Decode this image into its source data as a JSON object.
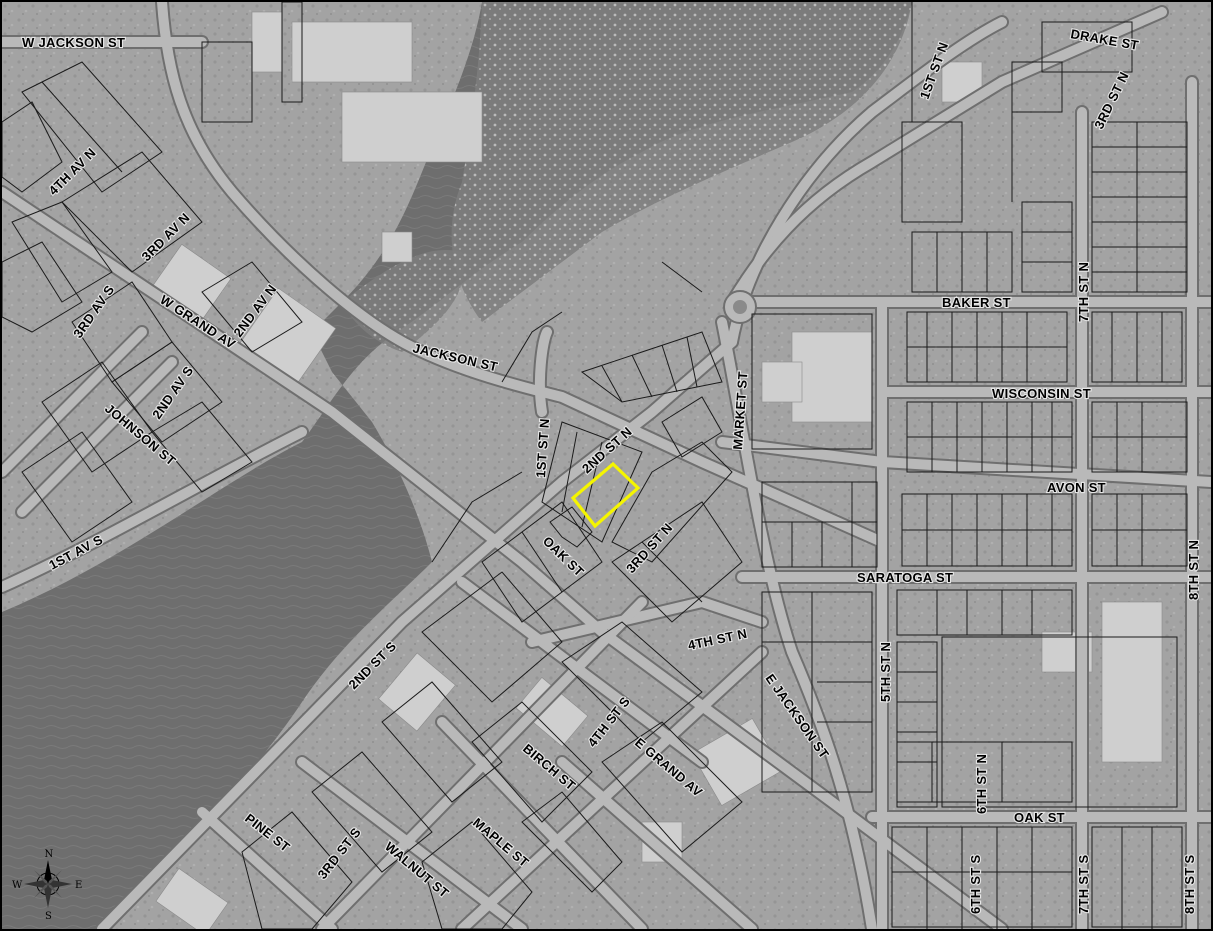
{
  "map": {
    "highlight_color": "#f5f500",
    "water_color": "#6e6e6e",
    "land_color": "#a3a3a3",
    "road_color": "#b9b9b9",
    "parcel_line_color": "#1a1a1a"
  },
  "streets": {
    "w_jackson_st": "W JACKSON ST",
    "drake_st": "DRAKE ST",
    "first_st_n_upper": "1ST ST N",
    "third_st_n_upper": "3RD ST N",
    "fourth_av_n": "4TH AV N",
    "third_av_n": "3RD AV N",
    "third_av_s": "3RD AV S",
    "w_grand_av": "W GRAND AV",
    "second_av_n": "2ND AV N",
    "second_av_s": "2ND AV S",
    "johnson_st": "JOHNSON ST",
    "first_av_s": "1ST AV S",
    "jackson_st": "JACKSON ST",
    "first_st_n": "1ST ST N",
    "second_st_n": "2ND ST N",
    "market_st": "MARKET ST",
    "baker_st": "BAKER ST",
    "seventh_st_n": "7TH ST N",
    "wisconsin_st": "WISCONSIN ST",
    "avon_st": "AVON ST",
    "eighth_st_n": "8TH ST N",
    "oak_st_center": "OAK ST",
    "third_st_n": "3RD ST N",
    "saratoga_st": "SARATOGA ST",
    "fourth_st_n": "4TH ST N",
    "fifth_st_n": "5TH ST N",
    "e_jackson_st": "E JACKSON ST",
    "second_st_s": "2ND ST S",
    "birch_st": "BIRCH ST",
    "fourth_st_s": "4TH ST S",
    "e_grand_av": "E GRAND AV",
    "sixth_st_n": "6TH ST N",
    "oak_st_east": "OAK ST",
    "pine_st": "PINE ST",
    "third_st_s": "3RD ST S",
    "walnut_st": "WALNUT ST",
    "maple_st": "MAPLE ST",
    "sixth_st_s": "6TH ST S",
    "seventh_st_s": "7TH ST S",
    "eighth_st_s": "8TH ST S"
  },
  "compass": {
    "north": "N",
    "south": "S",
    "east": "E",
    "west": "W"
  }
}
